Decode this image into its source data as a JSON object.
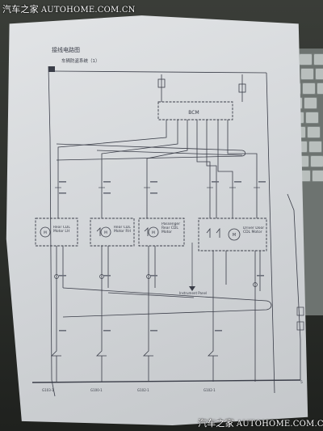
{
  "watermark": {
    "logo_text": "汽车之家",
    "url": "AUTOHOME.COM.CN"
  },
  "diagram": {
    "title": "接线电路图",
    "section_title": "车辆防盗系统（1）",
    "bcm_label": "BCM",
    "motors": [
      {
        "label": "Rear CDL Motor LH"
      },
      {
        "label": "Rear CDL Motor RH"
      },
      {
        "label": "Passenger Rear CDL Motor"
      },
      {
        "label": "Driver Door CDL Motor"
      }
    ],
    "ground_points": [
      "G103-1",
      "G100-1",
      "G102-1",
      "G102-1"
    ],
    "instrument_label": "Instrument Panel",
    "page_number": "5"
  },
  "colors": {
    "ink": "#3a3d48",
    "ink_light": "#6b6f7a",
    "paper": "#d8dadc"
  }
}
